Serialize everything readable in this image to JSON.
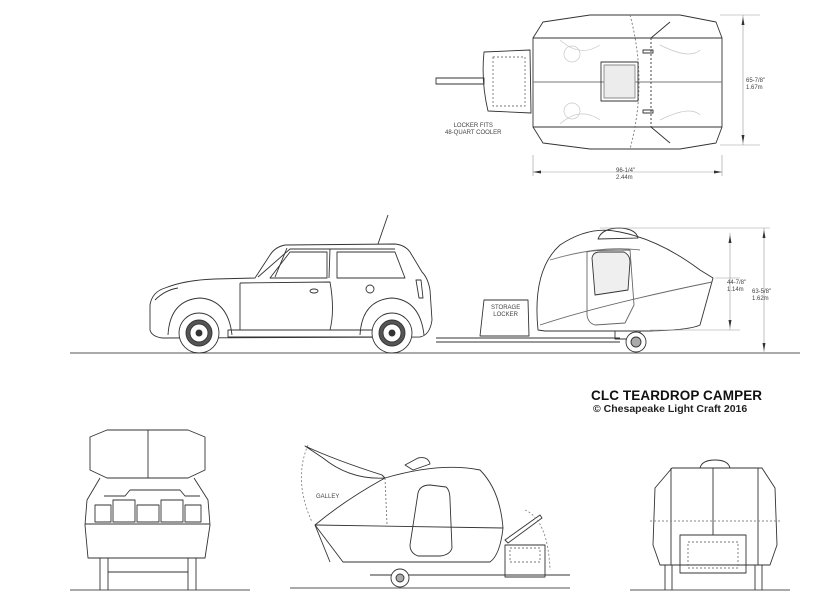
{
  "title": {
    "main": "CLC TEARDROP CAMPER",
    "credit": "© Chesapeake Light Craft 2016"
  },
  "top_view": {
    "locker_note_line1": "LOCKER FITS",
    "locker_note_line2": "48-QUART COOLER",
    "length_imperial": "96-1/4\"",
    "length_metric": "2.44m",
    "width_imperial": "65-7/8\"",
    "width_metric": "1.67m"
  },
  "side_view": {
    "storage_locker_line1": "STORAGE",
    "storage_locker_line2": "LOCKER",
    "body_height_imperial": "44-7/8\"",
    "body_height_metric": "1.14m",
    "total_height_imperial": "63-5/8\"",
    "total_height_metric": "1.62m"
  },
  "open_side_view": {
    "galley_label": "GALLEY"
  },
  "colors": {
    "line": "#333333",
    "light_line": "#9a9a9a",
    "window_fill": "#eeeeee",
    "background": "#ffffff"
  }
}
